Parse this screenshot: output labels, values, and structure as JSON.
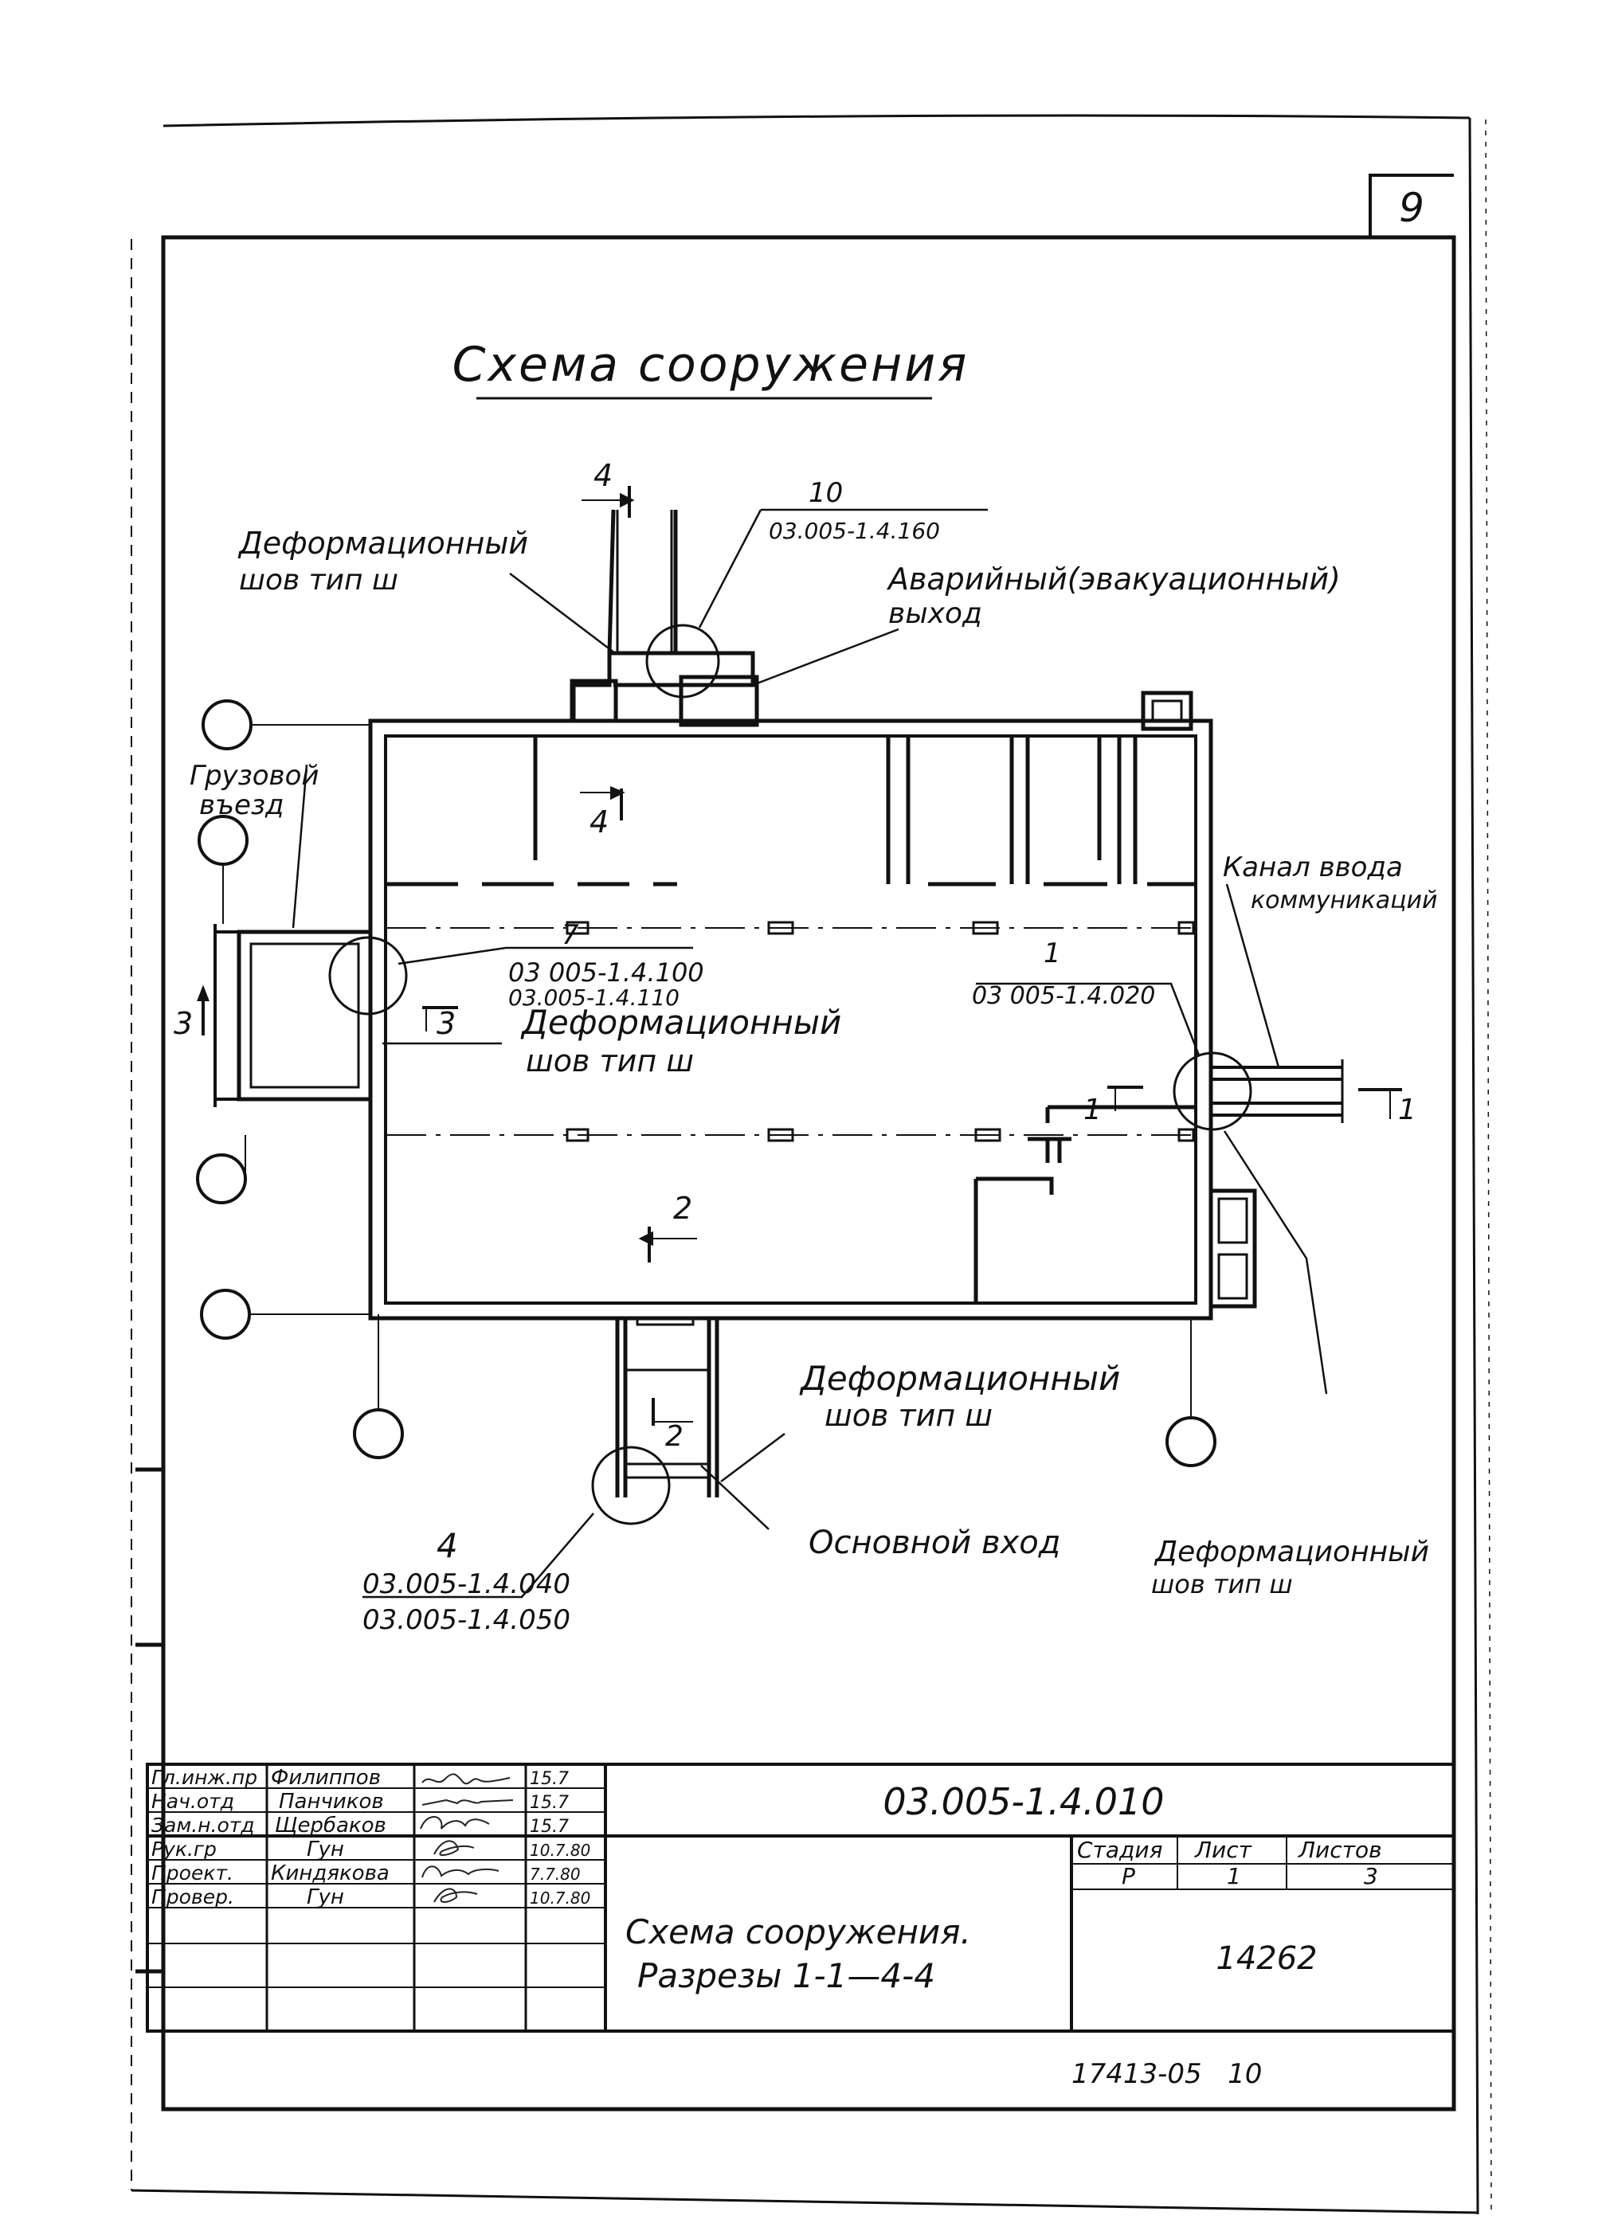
{
  "sheet_number": "9",
  "title": "Схема сооружения",
  "labels": {
    "deform_joint_3": [
      "Деформационный",
      "шов тип ш"
    ],
    "emergency_exit": [
      "Аварийный(эвакуационный)",
      "выход"
    ],
    "cargo_entry": [
      "Грузовой",
      "въезд"
    ],
    "utility_channel": [
      "Канал ввода",
      "коммуникаций"
    ],
    "deform_joint_2_mid": [
      "Деформационный",
      "шов тип ш"
    ],
    "deform_joint_2_bottom": [
      "Деформационный",
      "шов тип ш"
    ],
    "main_entrance": "Основной вход",
    "deform_joint_2_right": [
      "Деформационный",
      "шов тип ш"
    ]
  },
  "callouts": {
    "c10": {
      "num": "10",
      "refs": [
        "03.005-1.4.160"
      ]
    },
    "c7": {
      "num": "7",
      "refs": [
        "03 005-1.4.100",
        "03.005-1.4.110"
      ]
    },
    "c1": {
      "num": "1",
      "refs": [
        "03 005-1.4.020"
      ]
    },
    "c4": {
      "num": "4",
      "refs": [
        "03.005-1.4.040",
        "03.005-1.4.050"
      ]
    }
  },
  "sections": {
    "s4_top": "4",
    "s4_inner": "4",
    "s3_left": "3",
    "s3_inner": "3",
    "s1_inner": "1",
    "s1_right": "1",
    "s2_inner": "2",
    "s2_bottom": "2"
  },
  "title_block": {
    "rows": [
      {
        "role": "Гл.инж.пр",
        "name": "Филиппов",
        "date": "15.7"
      },
      {
        "role": "Нач.отд",
        "name": "Панчиков",
        "date": "15.7"
      },
      {
        "role": "Зам.н.отд",
        "name": "Щербаков",
        "date": "15.7"
      },
      {
        "role": "Рук.гр",
        "name": "Гун",
        "date": "10.7.80"
      },
      {
        "role": "Проект.",
        "name": "Киндякова",
        "date": "7.7.80"
      },
      {
        "role": "Провер.",
        "name": "Гун",
        "date": "10.7.80"
      }
    ],
    "doc_code": "03.005-1.4.010",
    "stage_header": "Стадия",
    "sheet_header": "Лист",
    "sheets_header": "Листов",
    "stage": "Р",
    "sheet": "1",
    "sheets": "3",
    "desc_lines": [
      "Схема сооружения.",
      "Разрезы 1-1—4-4"
    ],
    "archive_no": "14262"
  },
  "footer_note": "17413-05   10"
}
